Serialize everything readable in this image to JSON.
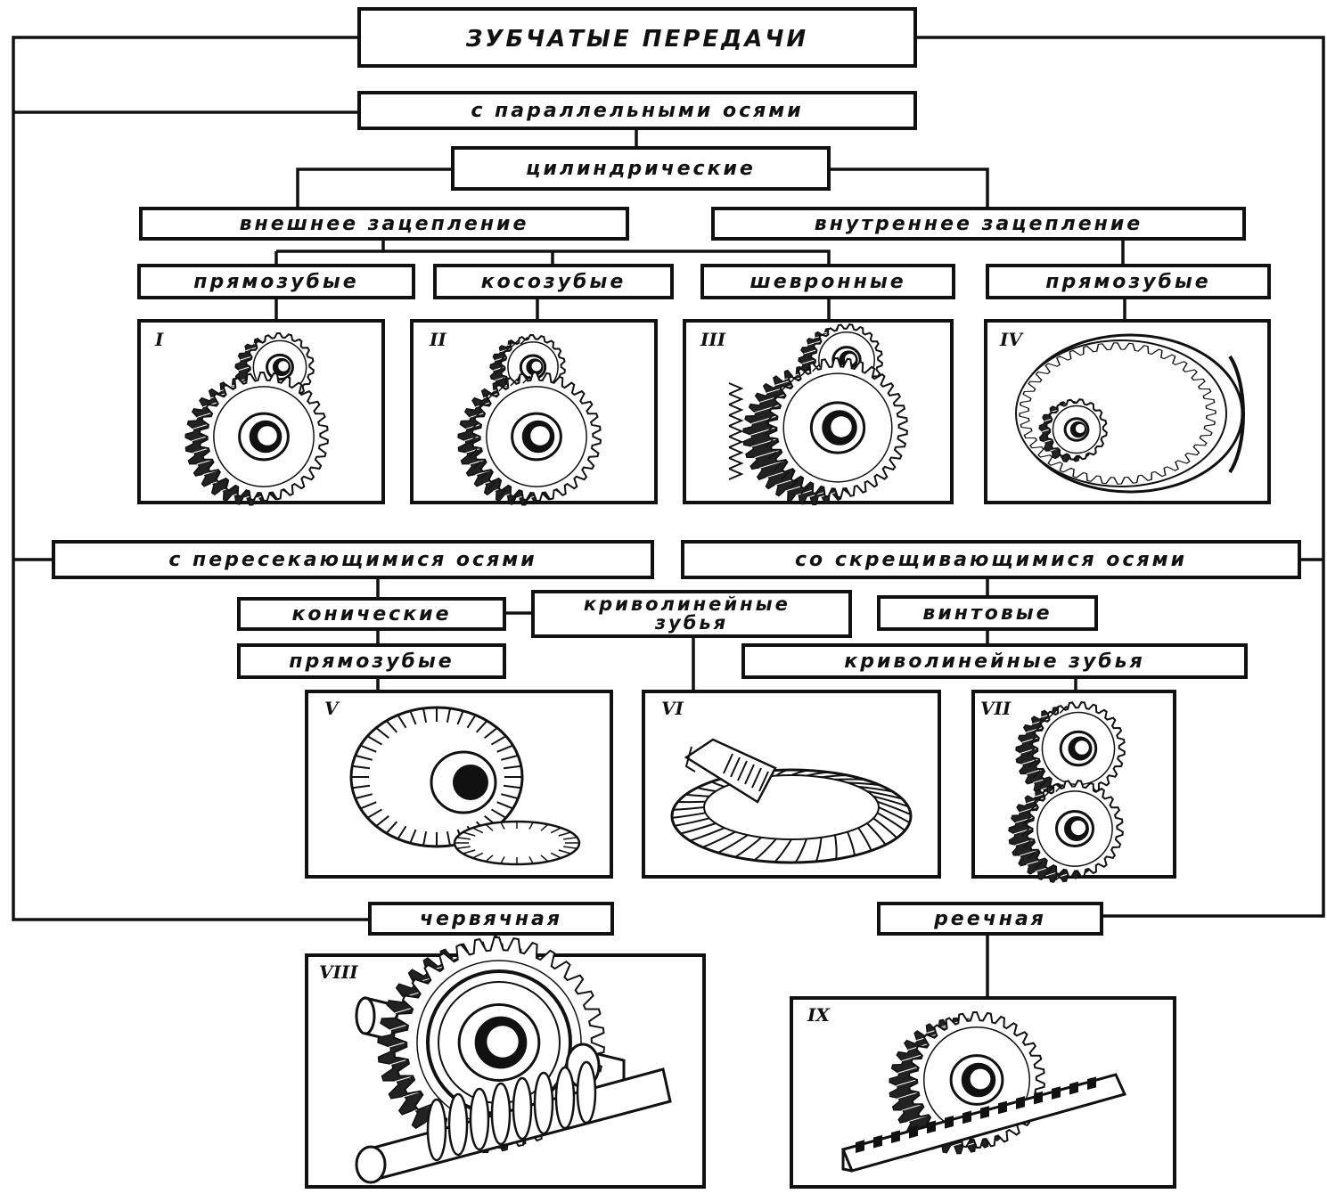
{
  "title": "ЗУБЧАТЫЕ ПЕРЕДАЧИ",
  "categories": {
    "parallel_axes": "с параллельными осями",
    "cylindrical": "цилиндрические",
    "external_mesh": "внешнее зацепление",
    "internal_mesh": "внутреннее зацепление",
    "spur_external": "прямозубые",
    "helical": "косозубые",
    "herringbone": "шевронные",
    "spur_internal": "прямозубые",
    "intersecting_axes": "с пересекающимися осями",
    "crossing_axes": "со скрещивающимися осями",
    "bevel": "конические",
    "curved_teeth_bevel": "криволинейные зубья",
    "screw": "винтовые",
    "spur_bevel": "прямозубые",
    "curved_teeth_screw": "криволинейные зубья",
    "worm": "червячная",
    "rack": "реечная"
  },
  "figures": [
    {
      "numeral": "I",
      "icon": "spur-gear-pair-icon"
    },
    {
      "numeral": "II",
      "icon": "helical-gear-pair-icon"
    },
    {
      "numeral": "III",
      "icon": "herringbone-gear-pair-icon"
    },
    {
      "numeral": "IV",
      "icon": "internal-gear-icon"
    },
    {
      "numeral": "V",
      "icon": "straight-bevel-gear-icon"
    },
    {
      "numeral": "VI",
      "icon": "spiral-bevel-gear-icon"
    },
    {
      "numeral": "VII",
      "icon": "crossed-helical-gear-icon"
    },
    {
      "numeral": "VIII",
      "icon": "worm-gear-icon"
    },
    {
      "numeral": "IX",
      "icon": "rack-and-pinion-icon"
    }
  ],
  "colors": {
    "ink": "#111111",
    "background": "#ffffff"
  }
}
